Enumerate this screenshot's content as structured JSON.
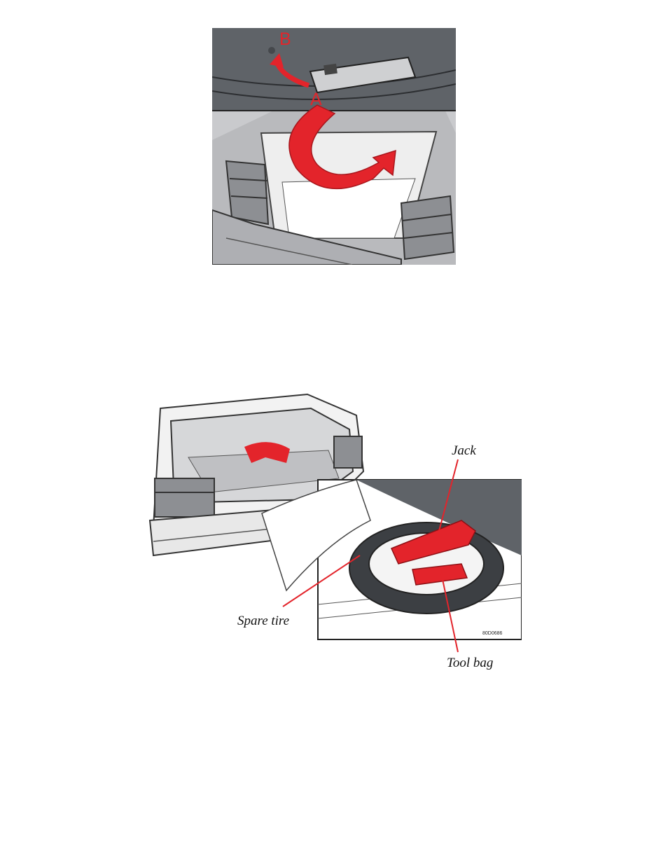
{
  "figure1": {
    "labels": {
      "a": "A",
      "b": "B"
    }
  },
  "figure2": {
    "callouts": {
      "jack": "Jack",
      "spare_tire": "Spare tire",
      "tool_bag": "Tool bag"
    },
    "code": "80D0686"
  },
  "colors": {
    "arrow_red": "#e3242b",
    "panel_gray": "#5f6368",
    "line_dark": "#333333"
  }
}
